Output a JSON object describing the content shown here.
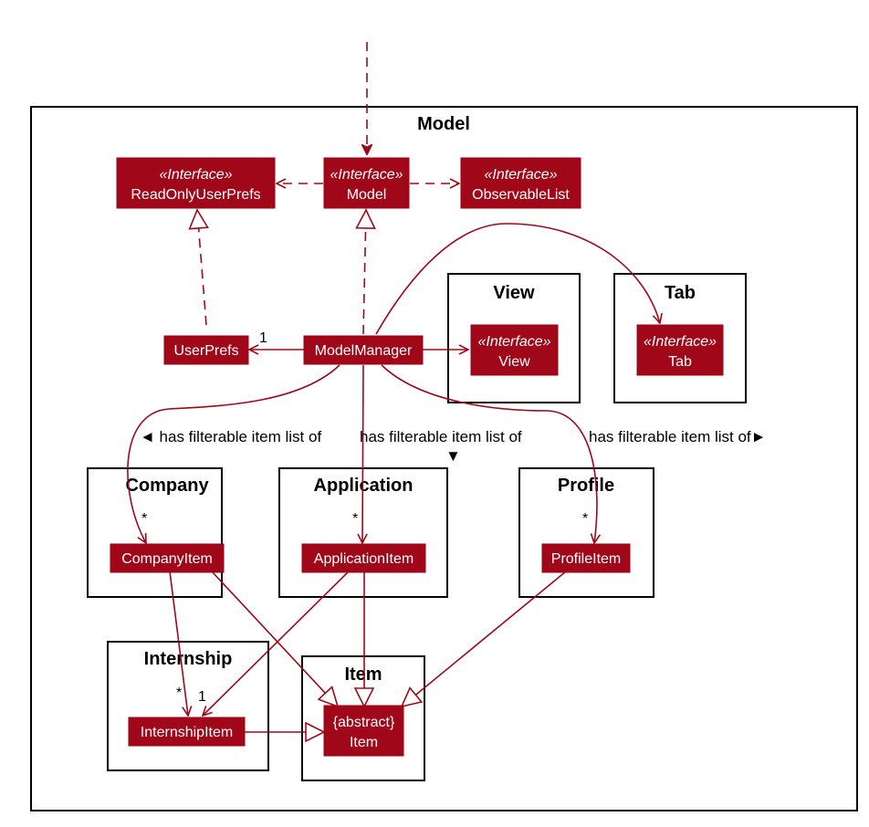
{
  "colors": {
    "class_fill": "#a0081a",
    "edge": "#a0081a",
    "frame": "#000000"
  },
  "frames": {
    "model": "Model",
    "view": "View",
    "tab": "Tab",
    "company": "Company",
    "application": "Application",
    "profile": "Profile",
    "internship": "Internship",
    "item": "Item"
  },
  "classes": {
    "read_only_user_prefs": {
      "stereotype": "«Interface»",
      "name": "ReadOnlyUserPrefs"
    },
    "model": {
      "stereotype": "«Interface»",
      "name": "Model"
    },
    "observable_list": {
      "stereotype": "«Interface»",
      "name": "ObservableList"
    },
    "user_prefs": {
      "name": "UserPrefs"
    },
    "model_manager": {
      "name": "ModelManager"
    },
    "view": {
      "stereotype": "«Interface»",
      "name": "View"
    },
    "tab": {
      "stereotype": "«Interface»",
      "name": "Tab"
    },
    "company_item": {
      "name": "CompanyItem"
    },
    "application_item": {
      "name": "ApplicationItem"
    },
    "profile_item": {
      "name": "ProfileItem"
    },
    "internship_item": {
      "name": "InternshipItem"
    },
    "item": {
      "stereotype": "{abstract}",
      "name": "Item"
    }
  },
  "multiplicities": {
    "user_prefs": "1",
    "company_item": "*",
    "application_item": "*",
    "profile_item": "*",
    "internship_from_company": "*",
    "internship_from_application": "1"
  },
  "association_labels": {
    "company": "◄ has filterable item list of",
    "application": "has filterable item list of",
    "application_arrow": "▼",
    "profile": "has filterable item list of►"
  }
}
